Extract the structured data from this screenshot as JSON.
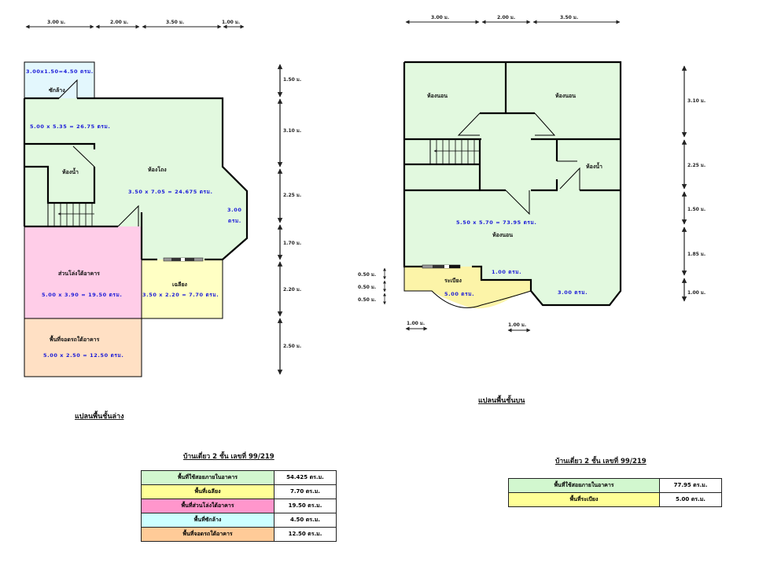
{
  "colors": {
    "living": "#e2f9df",
    "porch": "#ffffc4",
    "under": "#ffcde8",
    "wash": "#e3f7fd",
    "parking": "#ffe0c4",
    "balcony": "#fcf4a8",
    "wall": "#000000",
    "area_text": "#1a1ad8"
  },
  "ground_floor": {
    "caption": "แปลนพื้นชั้นล่าง",
    "top_dims": [
      "3.00 ม.",
      "2.00 ม.",
      "3.50 ม.",
      "1.00 ม."
    ],
    "side_dims": [
      "1.50 ม.",
      "3.10 ม.",
      "2.25 ม.",
      "1.70 ม.",
      "2.20 ม.",
      "2.50 ม."
    ],
    "rooms": {
      "wash_area": "3.00x1.50=4.50 ตรม.",
      "wash_label": "ซักล้าง",
      "main_area": "5.00 x 5.35 = 26.75 ตรม.",
      "bath_label": "ห้องน้ำ",
      "living_label": "ห้องโถง",
      "living_area": "3.50 x 7.05 = 24.675 ตรม.",
      "bay_area_1": "3.00",
      "bay_area_2": "ตรม.",
      "under_label": "ส่วนโล่งใต้อาคาร",
      "under_area": "5.00 x 3.90 = 19.50 ตรม.",
      "porch_label": "เฉลียง",
      "porch_area": "3.50 x 2.20 = 7.70 ตรม.",
      "parking_label": "พื้นที่จอดรถใต้อาคาร",
      "parking_area": "5.00 x 2.50 = 12.50 ตรม."
    }
  },
  "upper_floor": {
    "caption": "แปลนพื้นชั้นบน",
    "top_dims": [
      "3.00 ม.",
      "2.00 ม.",
      "3.50 ม."
    ],
    "side_dims": [
      "3.10 ม.",
      "2.25 ม.",
      "1.50 ม.",
      "1.85 ม.",
      "1.00 ม."
    ],
    "left_dims": [
      "0.50 ม.",
      "0.50 ม.",
      "0.50 ม."
    ],
    "bottom_dims": [
      "1.00 ม.",
      "1.00 ม."
    ],
    "rooms": {
      "bed1_label": "ห้องนอน",
      "bed2_label": "ห้องนอน",
      "bath_label": "ห้องน้ำ",
      "main_area": "5.50 x 5.70 = 73.95 ตรม.",
      "bed3_label": "ห้องนอน",
      "notch_area": "1.00 ตรม.",
      "balcony_label": "ระเบียง",
      "balcony_area": "5.00 ตรม.",
      "bay_area": "3.00 ตรม."
    }
  },
  "table_ground": {
    "title": "บ้านเดี่ยว 2 ชั้น เลขที่ 99/219",
    "rows": [
      {
        "label": "พื้นที่ใช้สอยภายในอาคาร",
        "value": "54.425 ตร.ม.",
        "color": "#d2f7cf"
      },
      {
        "label": "พื้นที่เฉลียง",
        "value": "7.70 ตร.ม.",
        "color": "#ffff96"
      },
      {
        "label": "พื้นที่ส่วนโล่งใต้อาคาร",
        "value": "19.50 ตร.ม.",
        "color": "#ff96cc"
      },
      {
        "label": "พื้นที่ซักล้าง",
        "value": "4.50 ตร.ม.",
        "color": "#ccffff"
      },
      {
        "label": "พื้นที่จอดรถใต้อาคาร",
        "value": "12.50 ตร.ม.",
        "color": "#ffcb98"
      }
    ]
  },
  "table_upper": {
    "title": "บ้านเดี่ยว 2 ชั้น เลขที่ 99/219",
    "rows": [
      {
        "label": "พื้นที่ใช้สอยภายในอาคาร",
        "value": "77.95 ตร.ม.",
        "color": "#d2f7cf"
      },
      {
        "label": "พื้นที่ระเบียง",
        "value": "5.00 ตร.ม.",
        "color": "#ffff96"
      }
    ]
  }
}
